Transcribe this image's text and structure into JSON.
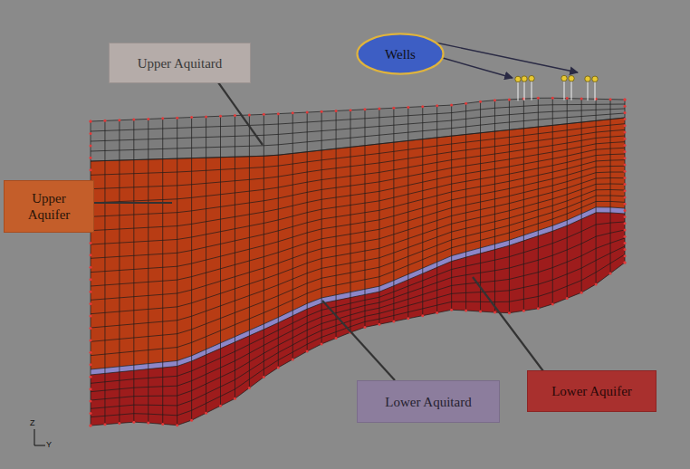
{
  "diagram": {
    "nodes": [
      {
        "text": [
          "Upper Aquitard"
        ]
      },
      {
        "text": [
          "Wells"
        ]
      },
      {
        "text": [
          "Upper Aquifer"
        ]
      },
      {
        "text": [
          "Lower Aquitard"
        ]
      },
      {
        "text": [
          "Lower Aquifer"
        ]
      }
    ],
    "labels": [
      "Z",
      "Y"
    ]
  }
}
